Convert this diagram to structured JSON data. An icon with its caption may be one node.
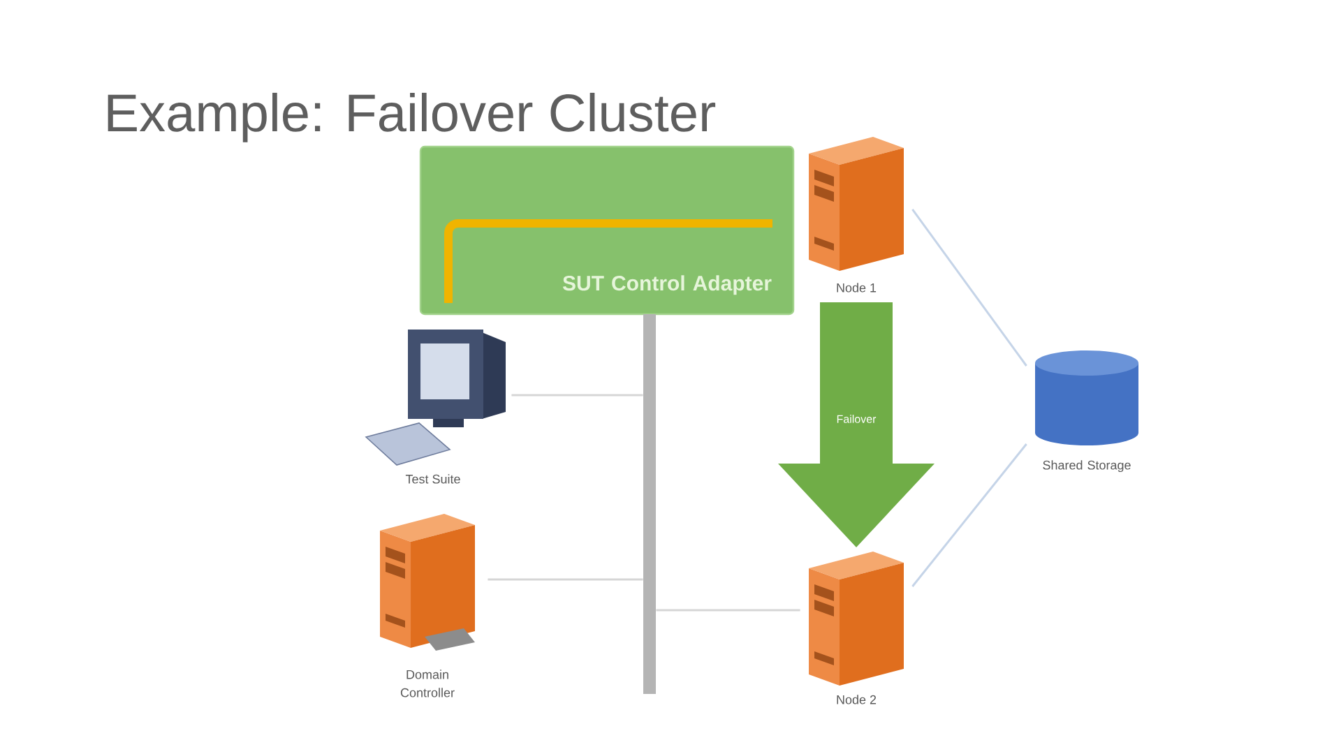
{
  "diagram": {
    "title": "Example: Failover Cluster",
    "nodes": [
      {
        "text": [
          "SUT Control Adapter"
        ]
      },
      {
        "text": [
          "Node 1"
        ]
      },
      {
        "text": [
          "Test Suite"
        ]
      },
      {
        "text": [
          "Shared Storage"
        ]
      },
      {
        "text": [
          "Domain Controller"
        ]
      },
      {
        "text": [
          "Node 2"
        ]
      },
      {
        "text": [],
        "shape": "bar"
      }
    ],
    "edges": [
      {
        "from": 2,
        "to": 6,
        "arrow": "none"
      },
      {
        "from": 4,
        "to": 6,
        "arrow": "none"
      },
      {
        "from": 6,
        "to": 5,
        "arrow": "none"
      },
      {
        "from": 1,
        "to": 3,
        "arrow": "none",
        "color": "#c5d4e8"
      },
      {
        "from": 5,
        "to": 3,
        "arrow": "none",
        "color": "#c5d4e8"
      },
      {
        "from": 1,
        "to": 5,
        "arrow": "to",
        "label": "Failover",
        "style": "thick",
        "color": "#70ad47"
      }
    ]
  }
}
